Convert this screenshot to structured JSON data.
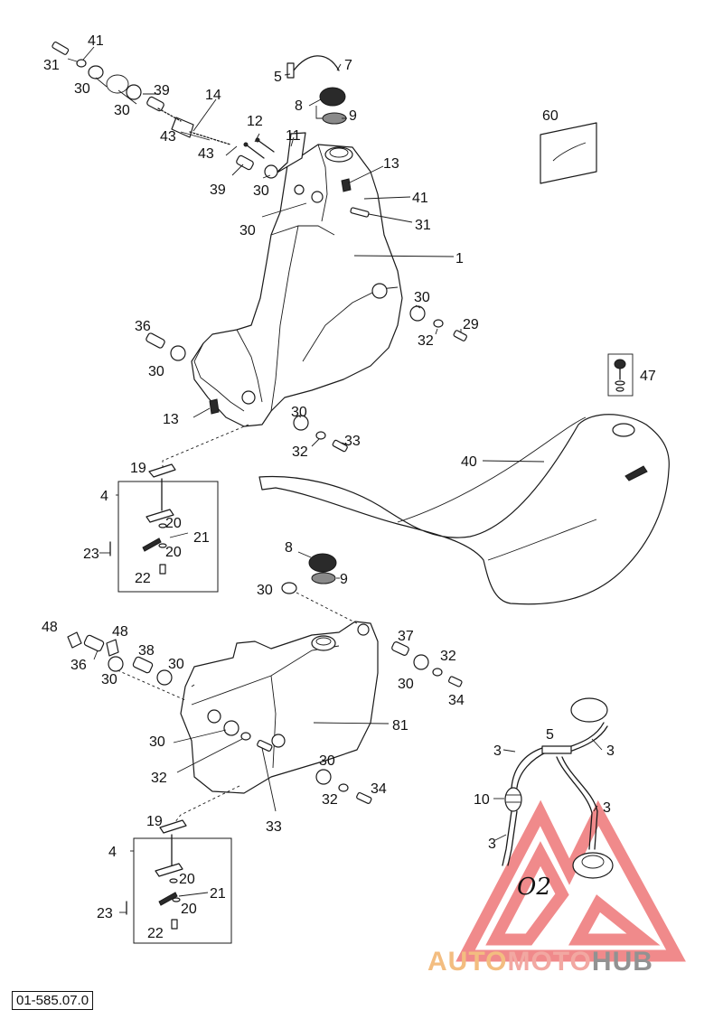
{
  "diagram": {
    "drawing_number": "01-585.07.0",
    "watermark": {
      "brand_part_1": "AUTO",
      "brand_part_2": "MOTO",
      "brand_part_3": "HUB",
      "color_auto": "#f2b26b",
      "color_moto": "#f09a92",
      "color_hub": "#7f7f7f",
      "triangle_color": "#e8484a"
    },
    "handwritten_note": "O2",
    "labels": [
      {
        "id": "lbl-31-top",
        "text": "31"
      },
      {
        "id": "lbl-41-top",
        "text": "41"
      },
      {
        "id": "lbl-30-a",
        "text": "30"
      },
      {
        "id": "lbl-30-b",
        "text": "30"
      },
      {
        "id": "lbl-39-a",
        "text": "39"
      },
      {
        "id": "lbl-14",
        "text": "14"
      },
      {
        "id": "lbl-43-a",
        "text": "43"
      },
      {
        "id": "lbl-43-b",
        "text": "43"
      },
      {
        "id": "lbl-39-b",
        "text": "39"
      },
      {
        "id": "lbl-12",
        "text": "12"
      },
      {
        "id": "lbl-11",
        "text": "11"
      },
      {
        "id": "lbl-30-c",
        "text": "30"
      },
      {
        "id": "lbl-5-top",
        "text": "5"
      },
      {
        "id": "lbl-7",
        "text": "7"
      },
      {
        "id": "lbl-8-top",
        "text": "8"
      },
      {
        "id": "lbl-9-top",
        "text": "9"
      },
      {
        "id": "lbl-13-top",
        "text": "13"
      },
      {
        "id": "lbl-41-right",
        "text": "41"
      },
      {
        "id": "lbl-31-right",
        "text": "31"
      },
      {
        "id": "lbl-30-d",
        "text": "30"
      },
      {
        "id": "lbl-1",
        "text": "1"
      },
      {
        "id": "lbl-60",
        "text": "60"
      },
      {
        "id": "lbl-30-e",
        "text": "30"
      },
      {
        "id": "lbl-29",
        "text": "29"
      },
      {
        "id": "lbl-32-a",
        "text": "32"
      },
      {
        "id": "lbl-36-top",
        "text": "36"
      },
      {
        "id": "lbl-30-f",
        "text": "30"
      },
      {
        "id": "lbl-47",
        "text": "47"
      },
      {
        "id": "lbl-13-bottom",
        "text": "13"
      },
      {
        "id": "lbl-30-g",
        "text": "30"
      },
      {
        "id": "lbl-32-b",
        "text": "32"
      },
      {
        "id": "lbl-33-a",
        "text": "33"
      },
      {
        "id": "lbl-40",
        "text": "40"
      },
      {
        "id": "lbl-19-top",
        "text": "19"
      },
      {
        "id": "lbl-4-top",
        "text": "4"
      },
      {
        "id": "lbl-20-a",
        "text": "20"
      },
      {
        "id": "lbl-21-a",
        "text": "21"
      },
      {
        "id": "lbl-23-a",
        "text": "23"
      },
      {
        "id": "lbl-20-b",
        "text": "20"
      },
      {
        "id": "lbl-22-a",
        "text": "22"
      },
      {
        "id": "lbl-8-bottom",
        "text": "8"
      },
      {
        "id": "lbl-9-bottom",
        "text": "9"
      },
      {
        "id": "lbl-30-h",
        "text": "30"
      },
      {
        "id": "lbl-48-a",
        "text": "48"
      },
      {
        "id": "lbl-48-b",
        "text": "48"
      },
      {
        "id": "lbl-38",
        "text": "38"
      },
      {
        "id": "lbl-36-bottom",
        "text": "36"
      },
      {
        "id": "lbl-30-i",
        "text": "30"
      },
      {
        "id": "lbl-30-j",
        "text": "30"
      },
      {
        "id": "lbl-37",
        "text": "37"
      },
      {
        "id": "lbl-32-c",
        "text": "32"
      },
      {
        "id": "lbl-30-k",
        "text": "30"
      },
      {
        "id": "lbl-34-a",
        "text": "34"
      },
      {
        "id": "lbl-81",
        "text": "81"
      },
      {
        "id": "lbl-30-l",
        "text": "30"
      },
      {
        "id": "lbl-32-d",
        "text": "32"
      },
      {
        "id": "lbl-30-m",
        "text": "30"
      },
      {
        "id": "lbl-33-b",
        "text": "33"
      },
      {
        "id": "lbl-32-e",
        "text": "32"
      },
      {
        "id": "lbl-34-b",
        "text": "34"
      },
      {
        "id": "lbl-19-bottom",
        "text": "19"
      },
      {
        "id": "lbl-4-bottom",
        "text": "4"
      },
      {
        "id": "lbl-20-c",
        "text": "20"
      },
      {
        "id": "lbl-21-b",
        "text": "21"
      },
      {
        "id": "lbl-23-b",
        "text": "23"
      },
      {
        "id": "lbl-20-d",
        "text": "20"
      },
      {
        "id": "lbl-22-b",
        "text": "22"
      },
      {
        "id": "lbl-5-right",
        "text": "5"
      },
      {
        "id": "lbl-3-a",
        "text": "3"
      },
      {
        "id": "lbl-3-b",
        "text": "3"
      },
      {
        "id": "lbl-10",
        "text": "10"
      },
      {
        "id": "lbl-3-c",
        "text": "3"
      },
      {
        "id": "lbl-3-d",
        "text": "3"
      }
    ]
  }
}
